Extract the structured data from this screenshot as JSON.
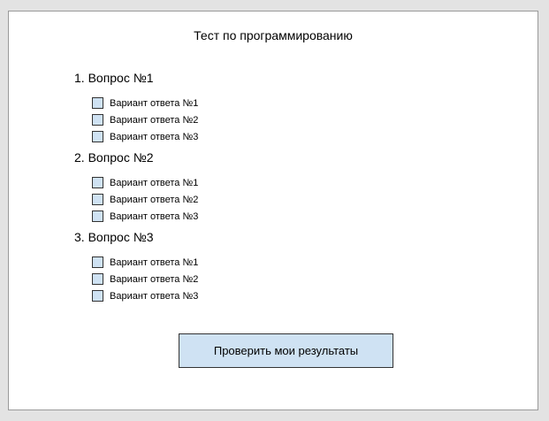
{
  "title": "Тест по программированию",
  "questions": [
    {
      "label": "1. Вопрос №1",
      "options": [
        "Вариант ответа №1",
        "Вариант ответа №2",
        "Вариант ответа №3"
      ]
    },
    {
      "label": "2. Вопрос №2",
      "options": [
        "Вариант ответа №1",
        "Вариант ответа №2",
        "Вариант ответа №3"
      ]
    },
    {
      "label": "3. Вопрос №3",
      "options": [
        "Вариант ответа №1",
        "Вариант ответа №2",
        "Вариант ответа №3"
      ]
    }
  ],
  "submit_label": "Проверить мои результаты",
  "colors": {
    "checkbox_fill": "#cfe2f3",
    "button_fill": "#cfe2f3",
    "border": "#333333",
    "background": "#e3e3e3"
  }
}
